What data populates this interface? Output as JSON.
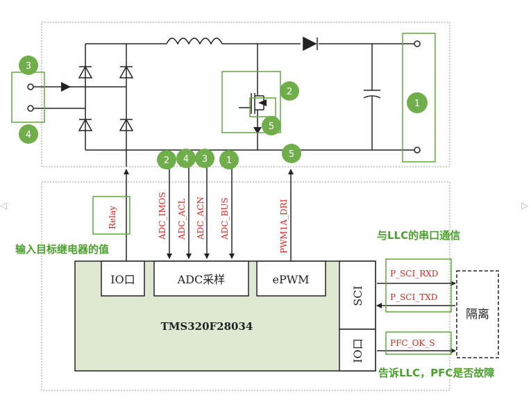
{
  "colors": {
    "green_circle": "#6fae4a",
    "green_box": "#5fa83a",
    "green_text": "#4aa02c",
    "red_text": "#d9261c",
    "mcu_fill": "#dfe8d1",
    "line": "#222222"
  },
  "markers": {
    "m1": "1",
    "m2": "2",
    "m3": "3",
    "m4": "4",
    "m5": "5",
    "b1": "1",
    "b2": "2",
    "b3": "3",
    "b4": "4",
    "b5": "5"
  },
  "signals": {
    "relay": "Relay",
    "adc_imos": "ADC_IMOS",
    "adc_acl": "ADC_ACL",
    "adc_acn": "ADC_ACN",
    "adc_bus": "ADC_BUS",
    "pwm": "PWM1A_DRI",
    "p_sci_rxd": "P_SCI_RXD",
    "p_sci_txd": "P_SCI_TXD",
    "pfc_ok_s": "PFC_OK_S"
  },
  "mcu": {
    "name": "TMS320F28034",
    "io_top": "IO口",
    "adc": "ADC采样",
    "epwm": "ePWM",
    "sci": "SCI",
    "io_side": "IO口"
  },
  "isolation": "隔离",
  "annotations": {
    "relay_note": "输入目标继电器的值",
    "llc_uart": "与LLC的串口通信",
    "pfc_fault": "告诉LLC，PFC是否故障"
  },
  "nav": {
    "prev": "◁",
    "next": "▷"
  }
}
